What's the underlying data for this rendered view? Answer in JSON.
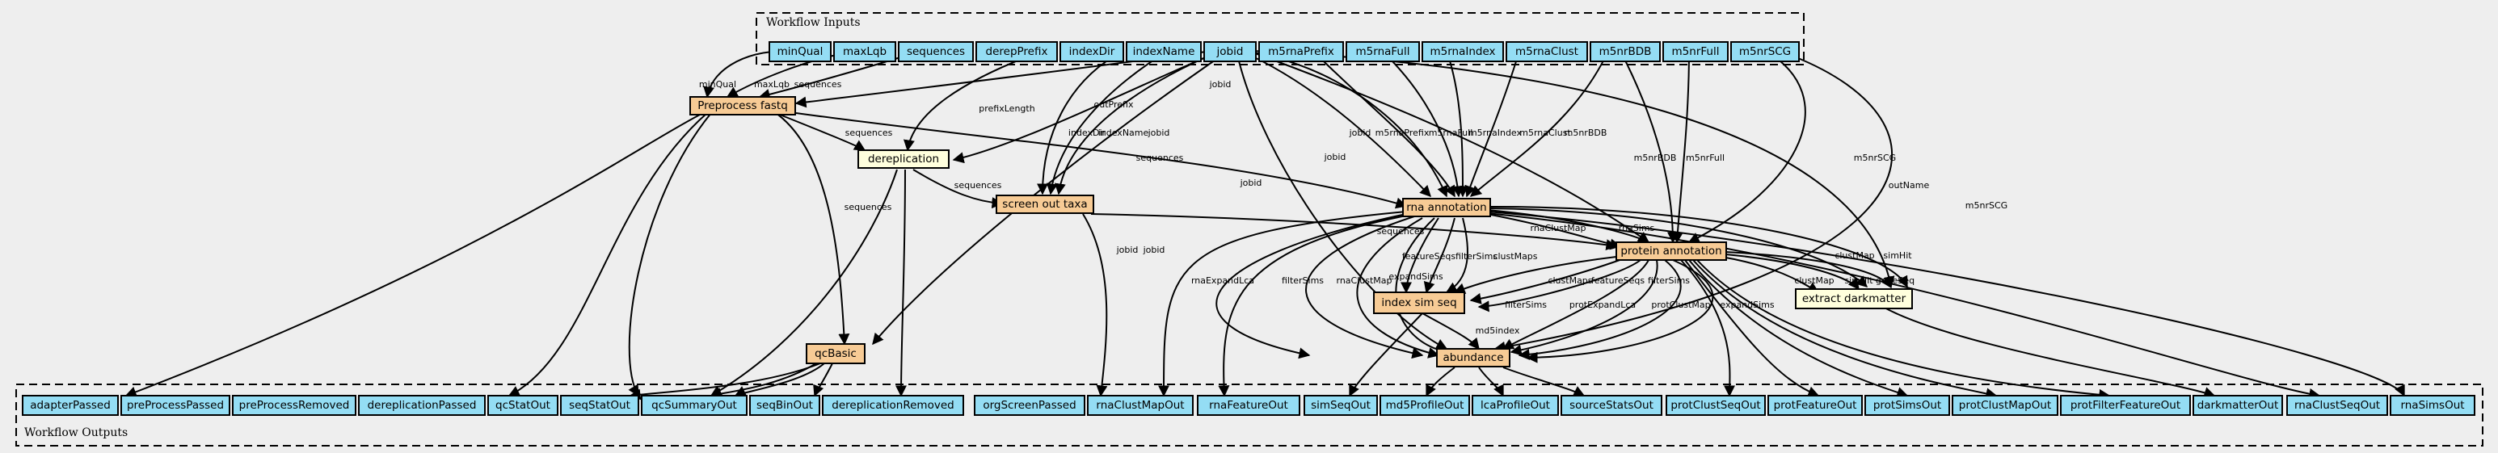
{
  "clusters": {
    "inputs_title": "Workflow Inputs",
    "outputs_title": "Workflow Outputs"
  },
  "colors": {
    "io_fill": "#94ddf4",
    "step_fill_orange": "#f7cb95",
    "step_fill_yellow": "#ffffdd",
    "background": "#eeeeee"
  },
  "nodes": {
    "minQual": "minQual",
    "maxLqb": "maxLqb",
    "sequences": "sequences",
    "derepPrefix": "derepPrefix",
    "indexDir": "indexDir",
    "indexName": "indexName",
    "jobid": "jobid",
    "m5rnaPrefix": "m5rnaPrefix",
    "m5rnaFull": "m5rnaFull",
    "m5rnaIndex": "m5rnaIndex",
    "m5rnaClust": "m5rnaClust",
    "m5nrBDB": "m5nrBDB",
    "m5nrFull": "m5nrFull",
    "m5nrSCG": "m5nrSCG",
    "preprocess": "Preprocess fastq",
    "dereplication": "dereplication",
    "screen": "screen out taxa",
    "rna": "rna annotation",
    "protein": "protein annotation",
    "indexsim": "index sim seq",
    "darkmatter": "extract darkmatter",
    "abundance": "abundance",
    "qcbasic": "qcBasic",
    "adapterPassed": "adapterPassed",
    "preProcessPassed": "preProcessPassed",
    "preProcessRemoved": "preProcessRemoved",
    "dereplicationPassed": "dereplicationPassed",
    "qcStatOut": "qcStatOut",
    "seqStatOut": "seqStatOut",
    "qcSummaryOut": "qcSummaryOut",
    "seqBinOut": "seqBinOut",
    "dereplicationRemoved": "dereplicationRemoved",
    "orgScreenPassed": "orgScreenPassed",
    "rnaClustMapOut": "rnaClustMapOut",
    "rnaFeatureOut": "rnaFeatureOut",
    "simSeqOut": "simSeqOut",
    "md5ProfileOut": "md5ProfileOut",
    "lcaProfileOut": "lcaProfileOut",
    "sourceStatsOut": "sourceStatsOut",
    "protClustSeqOut": "protClustSeqOut",
    "protFeatureOut": "protFeatureOut",
    "protSimsOut": "protSimsOut",
    "protClustMapOut": "protClustMapOut",
    "protFilterFeatureOut": "protFilterFeatureOut",
    "darkmatterOut": "darkmatterOut",
    "rnaClustSeqOut": "rnaClustSeqOut",
    "rnaSimsOut": "rnaSimsOut"
  },
  "edge_labels": {
    "minQual_pre": "minQual",
    "maxLqb_pre": "maxLqb",
    "sequences_pre": "sequences",
    "jobid_pre": "jobid",
    "pre_derep": "sequences",
    "pre_rna": "sequences",
    "pre_qc": "sequences",
    "derep_prefix": "prefixLength",
    "derep_screen": "sequences",
    "indexDir_screen": "indexDir",
    "indexName_screen": "indexName",
    "jobid_screen": "jobid",
    "jobid_derep": "outPrefix",
    "jobid_qc": "jobid",
    "jobid_abund": "jobid",
    "jobid_rna": "jobid",
    "jobid_rna2": "jobid",
    "jobid_protein": "jobid",
    "jobid_dark": "outName",
    "m5rnaPrefix_rna": "m5rnaPrefix",
    "m5rnaFull_rna": "m5rnaFull",
    "m5rnaIndex_rna": "m5rnaIndex",
    "m5rnaClust_rna": "m5rnaClust",
    "m5nrBDB_rna": "m5nrBDB",
    "m5nrBDB_prot": "m5nrBDB",
    "m5nrFull_prot": "m5nrFull",
    "m5nrSCG_prot": "m5nrSCG",
    "m5nrSCG_abund": "m5nrSCG",
    "screen_protein": "sequences",
    "rna_protein": "rnaClustMap",
    "rna_protein2": "rnaSims",
    "rna_dark": "clustMap",
    "rna_dark2": "simHit",
    "rna_abund1": "rnaExpandLca",
    "rna_abund2": "filterSims",
    "rna_abund3": "rnaClustMap",
    "rna_abund4": "expandSims",
    "rna_index1": "featureSeqs",
    "rna_index2": "filterSims",
    "rna_index3": "clustMaps",
    "prot_index1": "clustMaps",
    "prot_index2": "featureSeqs",
    "prot_index3": "filterSims",
    "prot_abund1": "filterSims",
    "prot_abund2": "protExpandLca",
    "prot_abund3": "protClustMap",
    "prot_abund4": "expandSims",
    "prot_dark1": "clustMap",
    "prot_dark2": "simHit",
    "prot_dark3": "geneSeq",
    "index_abund": "md5index"
  }
}
